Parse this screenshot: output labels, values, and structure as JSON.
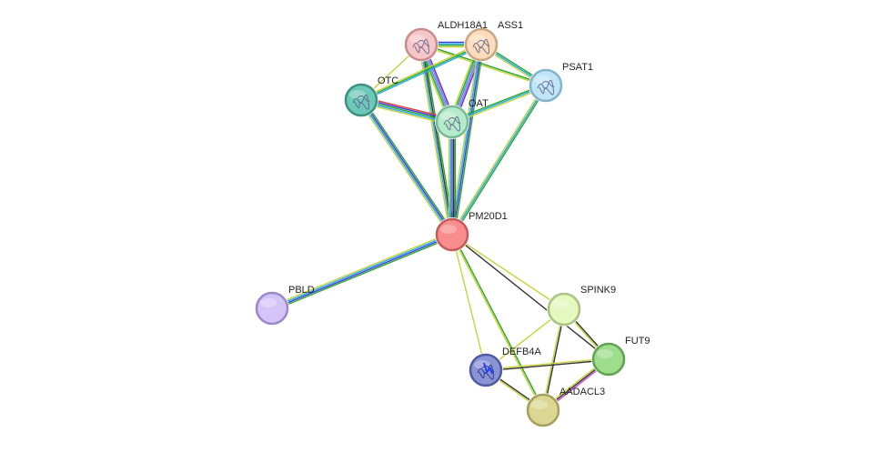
{
  "network": {
    "nodes": [
      {
        "id": "ALDH18A1",
        "label": "ALDH18A1",
        "fill": "#f6c6c8",
        "stroke": "#c98b8e",
        "structure": true
      },
      {
        "id": "ASS1",
        "label": "ASS1",
        "fill": "#fcdcbc",
        "stroke": "#caa57f",
        "structure": true
      },
      {
        "id": "OTC",
        "label": "OTC",
        "fill": "#6cc9b8",
        "stroke": "#3e9182",
        "structure": true
      },
      {
        "id": "OAT",
        "label": "OAT",
        "fill": "#b4eccb",
        "stroke": "#79b996",
        "structure": true
      },
      {
        "id": "PSAT1",
        "label": "PSAT1",
        "fill": "#c0e4f8",
        "stroke": "#83b2cd",
        "structure": true
      },
      {
        "id": "PM20D1",
        "label": "PM20D1",
        "fill": "#f98d8d",
        "stroke": "#c35b5b",
        "structure": false
      },
      {
        "id": "PBLD",
        "label": "PBLD",
        "fill": "#d4c4f8",
        "stroke": "#9b88c9",
        "structure": false
      },
      {
        "id": "SPINK9",
        "label": "SPINK9",
        "fill": "#e5f8c0",
        "stroke": "#a9c283",
        "structure": false
      },
      {
        "id": "FUT9",
        "label": "FUT9",
        "fill": "#9ddd8c",
        "stroke": "#5fa451",
        "structure": false
      },
      {
        "id": "DEFB4A",
        "label": "DEFB4A",
        "fill": "#8a93d4",
        "stroke": "#4e5aa1",
        "structure": true
      },
      {
        "id": "AADACL3",
        "label": "AADACL3",
        "fill": "#dbd793",
        "stroke": "#a5a05c",
        "structure": false
      }
    ],
    "edges": [
      {
        "source": "ALDH18A1",
        "target": "ASS1",
        "colors": [
          "#3b3bd8",
          "#22aaee",
          "#2aa52a",
          "#c8d23c"
        ]
      },
      {
        "source": "ALDH18A1",
        "target": "OTC",
        "colors": [
          "#c8d23c"
        ]
      },
      {
        "source": "ALDH18A1",
        "target": "OAT",
        "colors": [
          "#3b3bd8",
          "#d44ad4",
          "#22aaee",
          "#2aa52a",
          "#c8d23c"
        ]
      },
      {
        "source": "ALDH18A1",
        "target": "PSAT1",
        "colors": [
          "#2aa52a",
          "#c8d23c"
        ]
      },
      {
        "source": "ALDH18A1",
        "target": "PM20D1",
        "colors": [
          "#2aa52a",
          "#333333",
          "#22aaee",
          "#c8d23c"
        ]
      },
      {
        "source": "ASS1",
        "target": "OTC",
        "colors": [
          "#22aaee",
          "#2aa52a",
          "#c8d23c"
        ]
      },
      {
        "source": "ASS1",
        "target": "OAT",
        "colors": [
          "#3b3bd8",
          "#d44ad4",
          "#22aaee",
          "#2aa52a",
          "#c8d23c"
        ]
      },
      {
        "source": "ASS1",
        "target": "PSAT1",
        "colors": [
          "#2aa52a",
          "#22aaee",
          "#c8d23c"
        ]
      },
      {
        "source": "ASS1",
        "target": "PM20D1",
        "colors": [
          "#2aa52a",
          "#3b3bd8",
          "#22aaee",
          "#c8d23c"
        ]
      },
      {
        "source": "OTC",
        "target": "OAT",
        "colors": [
          "#e23b3b",
          "#3b3bd8",
          "#2aa52a",
          "#22aaee",
          "#c8d23c"
        ]
      },
      {
        "source": "OTC",
        "target": "PM20D1",
        "colors": [
          "#2aa52a",
          "#3b3bd8",
          "#22aaee",
          "#c8d23c"
        ]
      },
      {
        "source": "OAT",
        "target": "PSAT1",
        "colors": [
          "#2aa52a",
          "#22aaee",
          "#c8d23c"
        ]
      },
      {
        "source": "OAT",
        "target": "PM20D1",
        "colors": [
          "#2aa52a",
          "#333333",
          "#3b3bd8",
          "#22aaee",
          "#c8d23c"
        ]
      },
      {
        "source": "PSAT1",
        "target": "PM20D1",
        "colors": [
          "#2aa52a",
          "#22aaee",
          "#c8d23c"
        ]
      },
      {
        "source": "PM20D1",
        "target": "PBLD",
        "colors": [
          "#2aa52a",
          "#3b3bd8",
          "#22aaee",
          "#c8d23c"
        ]
      },
      {
        "source": "PM20D1",
        "target": "SPINK9",
        "colors": [
          "#c8d23c"
        ]
      },
      {
        "source": "PM20D1",
        "target": "FUT9",
        "colors": [
          "#333333"
        ]
      },
      {
        "source": "PM20D1",
        "target": "DEFB4A",
        "colors": [
          "#c8d23c"
        ]
      },
      {
        "source": "PM20D1",
        "target": "AADACL3",
        "colors": [
          "#2aa52a",
          "#c8d23c"
        ]
      },
      {
        "source": "SPINK9",
        "target": "FUT9",
        "colors": [
          "#333333",
          "#c8d23c"
        ]
      },
      {
        "source": "SPINK9",
        "target": "DEFB4A",
        "colors": [
          "#c8d23c"
        ]
      },
      {
        "source": "SPINK9",
        "target": "AADACL3",
        "colors": [
          "#333333",
          "#c8d23c"
        ]
      },
      {
        "source": "FUT9",
        "target": "DEFB4A",
        "colors": [
          "#333333",
          "#c8d23c"
        ]
      },
      {
        "source": "FUT9",
        "target": "AADACL3",
        "colors": [
          "#d44ad4",
          "#333333",
          "#c8d23c"
        ]
      },
      {
        "source": "DEFB4A",
        "target": "AADACL3",
        "colors": [
          "#333333",
          "#c8d23c"
        ]
      }
    ]
  }
}
